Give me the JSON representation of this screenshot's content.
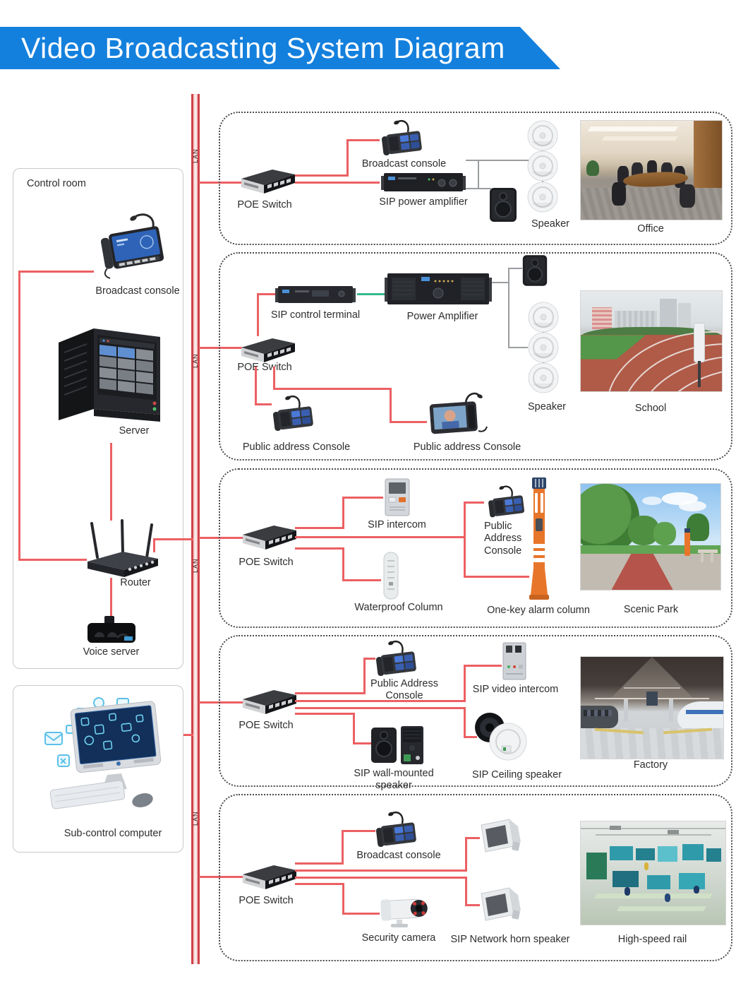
{
  "banner": {
    "title": "Video Broadcasting System Diagram"
  },
  "lan_label": "LAN",
  "control_room": {
    "title": "Control room",
    "broadcast_console": "Broadcast console",
    "server": "Server",
    "router": "Router",
    "voice_server": "Voice server"
  },
  "sub_control": {
    "label": "Sub-control computer"
  },
  "sections": {
    "office": {
      "poe_switch": "POE Switch",
      "broadcast_console": "Broadcast console",
      "amplifier": "SIP power amplifier",
      "speaker": "Speaker",
      "scene": "Office"
    },
    "school": {
      "control_terminal": "SIP control terminal",
      "amplifier": "Power Amplifier",
      "poe_switch": "POE Switch",
      "pa_console_1": "Public address Console",
      "pa_console_2": "Public address Console",
      "speaker": "Speaker",
      "scene": "School"
    },
    "scenic_park": {
      "poe_switch": "POE Switch",
      "sip_intercom": "SIP intercom",
      "waterproof_column": "Waterproof Column",
      "pa_console": "Public Address Console",
      "alarm_column": "One-key alarm column",
      "scene": "Scenic Park"
    },
    "factory": {
      "poe_switch": "POE Switch",
      "pa_console": "Public Address Console",
      "video_intercom": "SIP video intercom",
      "wall_speaker": "SIP wall-mounted speaker",
      "ceiling_speaker": "SIP Ceiling speaker",
      "scene": "Factory"
    },
    "rail": {
      "poe_switch": "POE Switch",
      "broadcast_console": "Broadcast console",
      "security_camera": "Security camera",
      "horn_speaker": "SIP Network horn speaker",
      "scene": "High-speed rail"
    }
  },
  "colors": {
    "banner_blue": "#1480dd",
    "wire_red": "#ec6063",
    "wire_green": "#35b98d",
    "wire_gray": "#9a9da0",
    "alarm_orange": "#e8762a"
  }
}
